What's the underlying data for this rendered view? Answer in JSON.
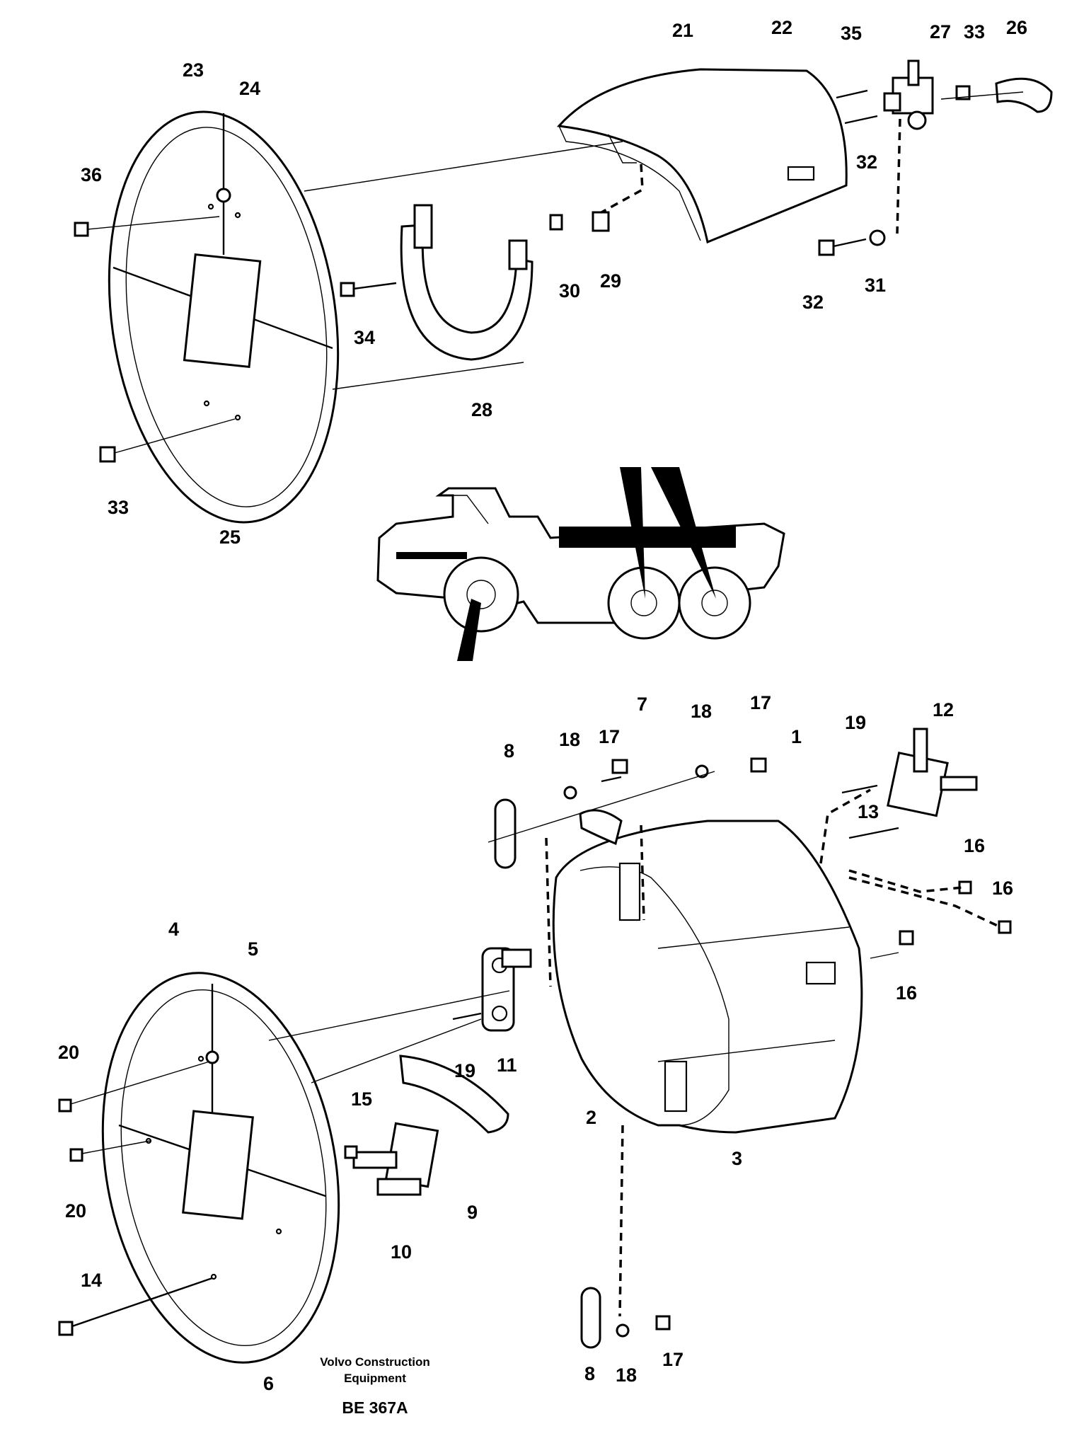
{
  "diagram": {
    "part_labels": [
      "1",
      "2",
      "3",
      "4",
      "5",
      "6",
      "7",
      "8",
      "8",
      "9",
      "10",
      "11",
      "12",
      "13",
      "14",
      "15",
      "16",
      "16",
      "16",
      "17",
      "17",
      "17",
      "18",
      "18",
      "18",
      "19",
      "19",
      "20",
      "20",
      "21",
      "22",
      "23",
      "24",
      "25",
      "26",
      "27",
      "28",
      "29",
      "30",
      "31",
      "32",
      "32",
      "33",
      "33",
      "34",
      "35",
      "36"
    ]
  },
  "footer": {
    "maker_line1": "Volvo Construction",
    "maker_line2": "Equipment",
    "drawing_code": "BE 367A"
  }
}
